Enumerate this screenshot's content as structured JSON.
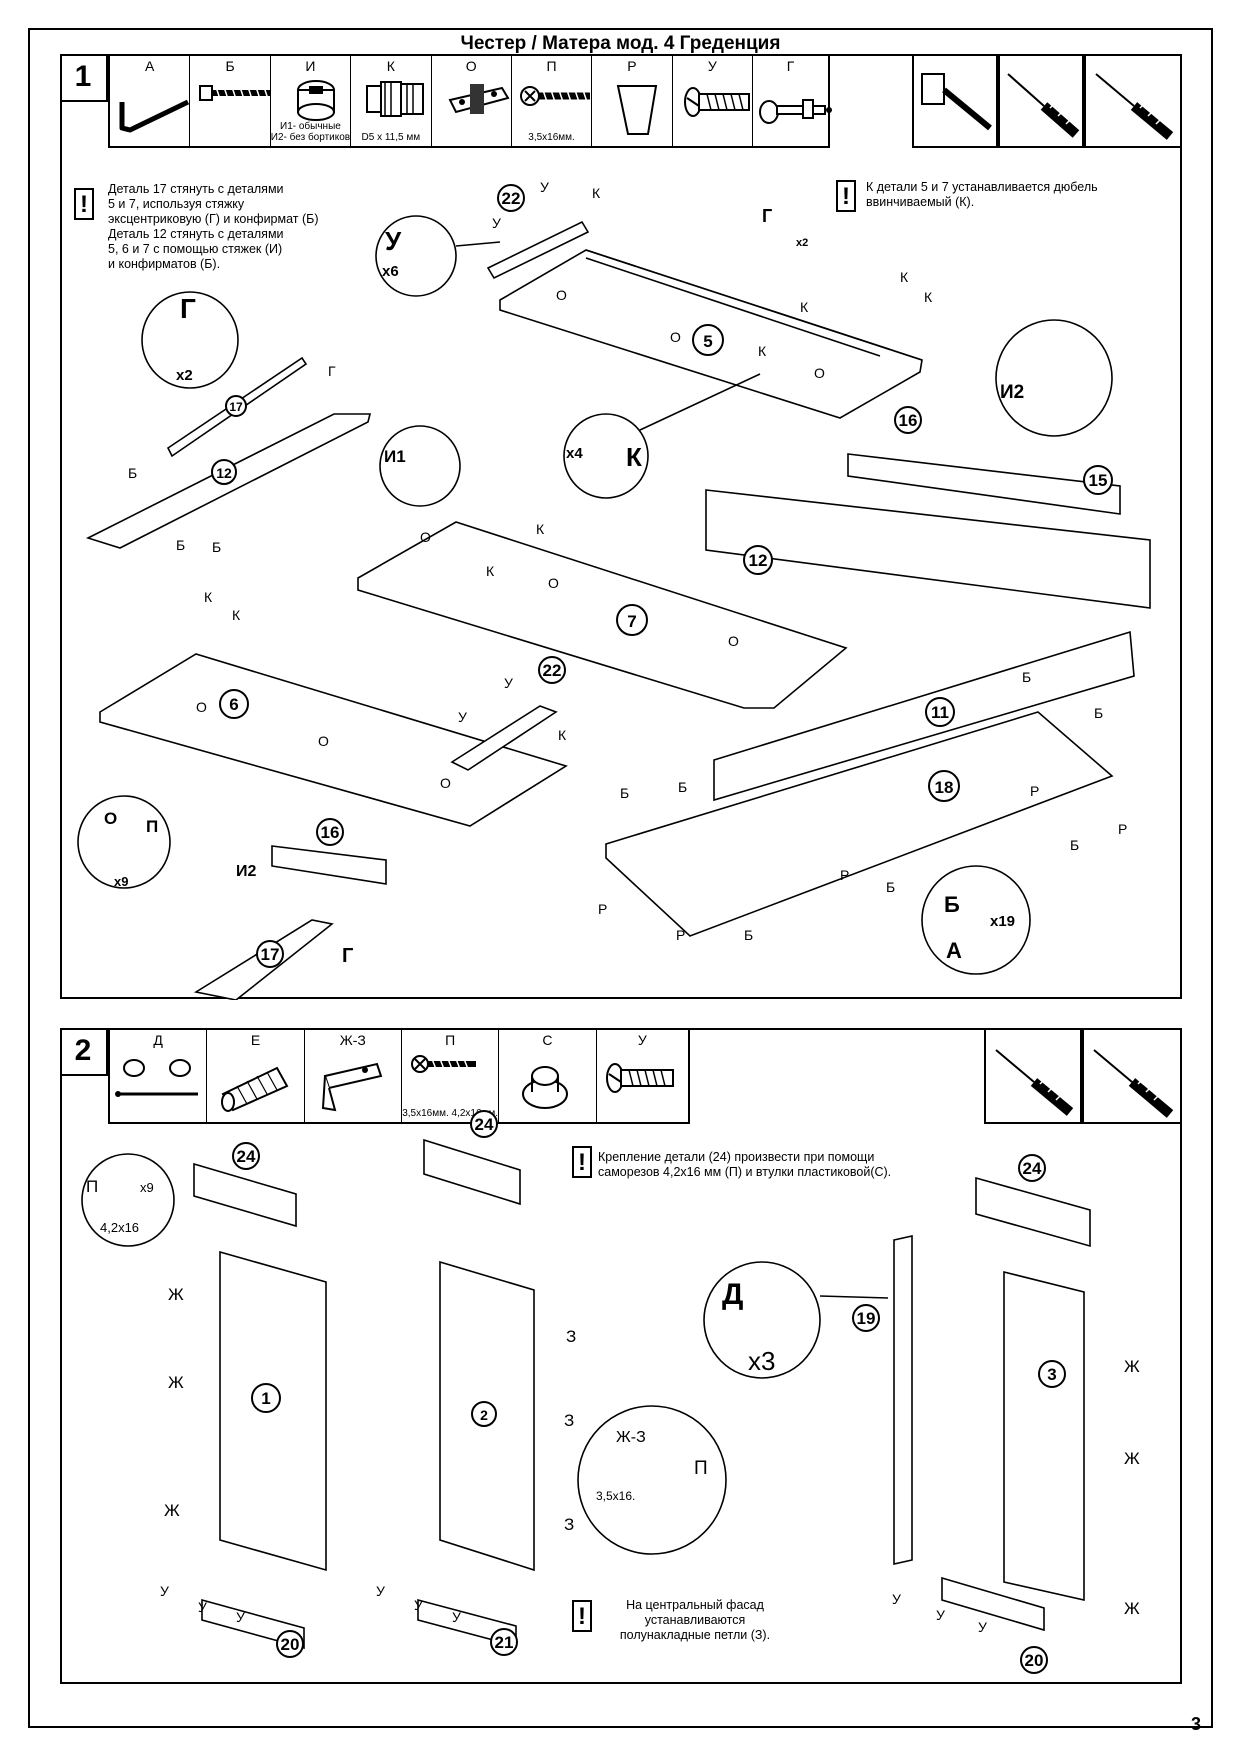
{
  "title": "Честер / Матера мод. 4 Греденция",
  "page_number": "3",
  "step1": {
    "number": "1",
    "parts": [
      {
        "label": "А",
        "caption": ""
      },
      {
        "label": "Б",
        "caption": ""
      },
      {
        "label": "И",
        "caption": "И1- обычные И2- без бортиков"
      },
      {
        "label": "К",
        "caption": "D5 x 11,5 мм"
      },
      {
        "label": "О",
        "caption": ""
      },
      {
        "label": "П",
        "caption": "3,5x16мм."
      },
      {
        "label": "Р",
        "caption": ""
      },
      {
        "label": "У",
        "caption": ""
      },
      {
        "label": "Г",
        "caption": ""
      }
    ],
    "note_left": [
      "Деталь 17 стянуть с деталями",
      "5 и 7, используя стяжку",
      "эксцентриковую (Г) и конфирмат (Б)",
      " Деталь 12 стянуть с деталями",
      "5, 6 и 7 с помощью стяжек (И)",
      "и конфирматов (Б)."
    ],
    "note_right": [
      "К детали 5 и 7  устанавливается дюбель",
      "ввинчиваемый (К)."
    ],
    "callouts": {
      "u_x6": "У",
      "u_count": "x6",
      "g_x2": "Г",
      "g_count": "x2",
      "g_small": "Г",
      "g_small_count": "x2",
      "i1": "И1",
      "i2": "И2",
      "k_x4": "К",
      "k_count": "x4",
      "o_label": "О",
      "p_label": "П",
      "op_count": "x9",
      "b_label": "Б",
      "b_count": "x19",
      "a_label": "А",
      "i2_small": "И2",
      "g_bottom": "Г"
    },
    "parts_numbers": [
      "22",
      "5",
      "16",
      "17",
      "12",
      "7",
      "15",
      "12",
      "6",
      "22",
      "11",
      "18",
      "16",
      "17"
    ],
    "letters": {
      "k": "К",
      "u": "У",
      "o": "О",
      "b": "Б",
      "r": "Р",
      "g": "Г"
    }
  },
  "step2": {
    "number": "2",
    "parts": [
      {
        "label": "Д",
        "caption": ""
      },
      {
        "label": "Е",
        "caption": ""
      },
      {
        "label": "Ж-З",
        "caption": ""
      },
      {
        "label": "П",
        "caption": "3,5x16мм. 4,2x16мм."
      },
      {
        "label": "С",
        "caption": ""
      },
      {
        "label": "У",
        "caption": ""
      }
    ],
    "note_top": [
      "Крепление детали (24) произвести при помощи",
      " саморезов 4,2x16 мм (П) и втулки пластиковой(С)."
    ],
    "note_bottom": [
      "На центральный фасад",
      "устанавливаются",
      "полунакладные петли (З)."
    ],
    "callouts": {
      "p_label": "П",
      "p_count": "x9",
      "p_size": "4,2x16",
      "d_label": "Д",
      "d_count": "x3",
      "zhz_label": "Ж-З",
      "zhz_p": "П",
      "zhz_size": "3,5x16."
    },
    "parts_numbers": [
      "24",
      "1",
      "20",
      "24",
      "2",
      "21",
      "24",
      "19",
      "3",
      "20"
    ],
    "letters": {
      "zh": "Ж",
      "z": "З",
      "u": "У"
    }
  }
}
